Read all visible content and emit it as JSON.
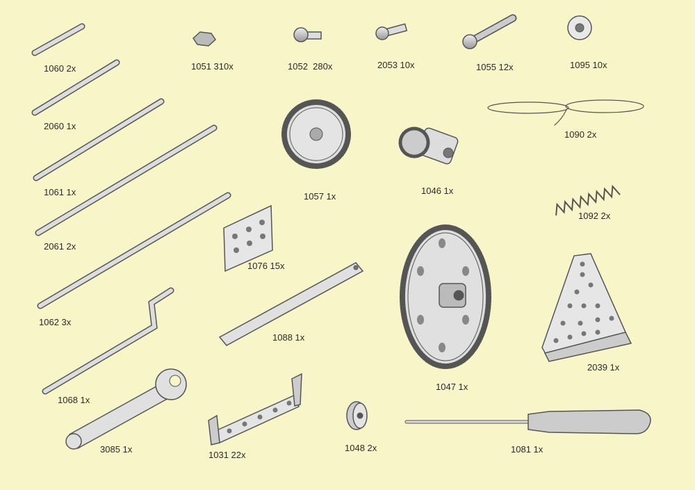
{
  "parts": [
    {
      "id": "1060",
      "label": "1060 2x"
    },
    {
      "id": "1051",
      "label": "1051 310x"
    },
    {
      "id": "1052",
      "label": "1052  280x"
    },
    {
      "id": "2053",
      "label": "2053 10x"
    },
    {
      "id": "1055",
      "label": "1055 12x"
    },
    {
      "id": "1095",
      "label": "1095 10x"
    },
    {
      "id": "2060",
      "label": "2060 1x"
    },
    {
      "id": "1090",
      "label": "1090 2x"
    },
    {
      "id": "1061",
      "label": "1061 1x"
    },
    {
      "id": "1057",
      "label": "1057 1x"
    },
    {
      "id": "1046",
      "label": "1046 1x"
    },
    {
      "id": "1092",
      "label": "1092 2x"
    },
    {
      "id": "2061",
      "label": "2061 2x"
    },
    {
      "id": "1076",
      "label": "1076 15x"
    },
    {
      "id": "1062",
      "label": "1062 3x"
    },
    {
      "id": "1088",
      "label": "1088 1x"
    },
    {
      "id": "1047",
      "label": "1047 1x"
    },
    {
      "id": "2039",
      "label": "2039 1x"
    },
    {
      "id": "1068",
      "label": "1068 1x"
    },
    {
      "id": "3085",
      "label": "3085 1x"
    },
    {
      "id": "1031",
      "label": "1031 22x"
    },
    {
      "id": "1048",
      "label": "1048 2x"
    },
    {
      "id": "1081",
      "label": "1081 1x"
    }
  ]
}
